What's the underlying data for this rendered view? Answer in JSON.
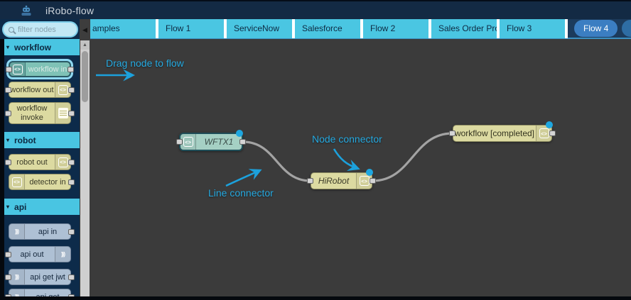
{
  "header": {
    "title": "iRobo-flow"
  },
  "sidebar": {
    "search": {
      "placeholder": "filter nodes"
    },
    "sections": [
      {
        "label": "workflow",
        "nodes": [
          {
            "label": "workflow in"
          },
          {
            "label": "workflow out"
          },
          {
            "label": "workflow invoke"
          }
        ]
      },
      {
        "label": "robot",
        "nodes": [
          {
            "label": "robot out"
          },
          {
            "label": "detector in"
          }
        ]
      },
      {
        "label": "api",
        "nodes": [
          {
            "label": "api in"
          },
          {
            "label": "api out"
          },
          {
            "label": "api get jwt"
          },
          {
            "label": "api get"
          }
        ]
      }
    ]
  },
  "tabs": [
    {
      "label": "amples"
    },
    {
      "label": "Flow 1"
    },
    {
      "label": "ServiceNow"
    },
    {
      "label": "Salesforce"
    },
    {
      "label": "Flow 2"
    },
    {
      "label": "Sales Order Process"
    },
    {
      "label": "Flow 3"
    },
    {
      "label": "Flow 4",
      "active": true
    }
  ],
  "canvas": {
    "nodes": [
      {
        "label": "WFTX1"
      },
      {
        "label": "HiRobot"
      },
      {
        "label": "workflow [completed]"
      }
    ],
    "annotations": [
      {
        "label": "Drag node to flow"
      },
      {
        "label": "Node connector"
      },
      {
        "label": "Line connector"
      }
    ]
  },
  "icons": {
    "chevron": "▾",
    "code_glyph": "<>",
    "api_glyph": ")))",
    "collapse_glyph": "◀",
    "scroll_up_glyph": "▲"
  },
  "colors": {
    "header_navy": "#132a44",
    "sidebar_navy": "#0d2b4a",
    "accent_cyan": "#49c5e2",
    "active_tab_blue": "#3b7ec2",
    "canvas_gray": "#3b3b3b",
    "node_khaki": "#dcdaa1",
    "node_teal": "#a5d0c4",
    "node_api_blue": "#aec0d4",
    "wire_gray": "#a3a3a3",
    "annotation_cyan": "#25a9e0",
    "connector_dot_blue": "#1ea7e0"
  }
}
